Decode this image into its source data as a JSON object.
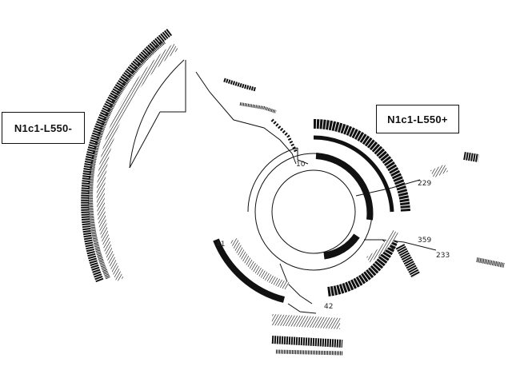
{
  "groups": {
    "negative_label": "N1c1-L550-",
    "positive_label": "N1c1-L550+"
  },
  "visible_leaf_numbers": [
    "10",
    "229",
    "359",
    "233",
    "41",
    "42"
  ],
  "colors": {
    "ink": "#111111",
    "background": "#ffffff"
  }
}
